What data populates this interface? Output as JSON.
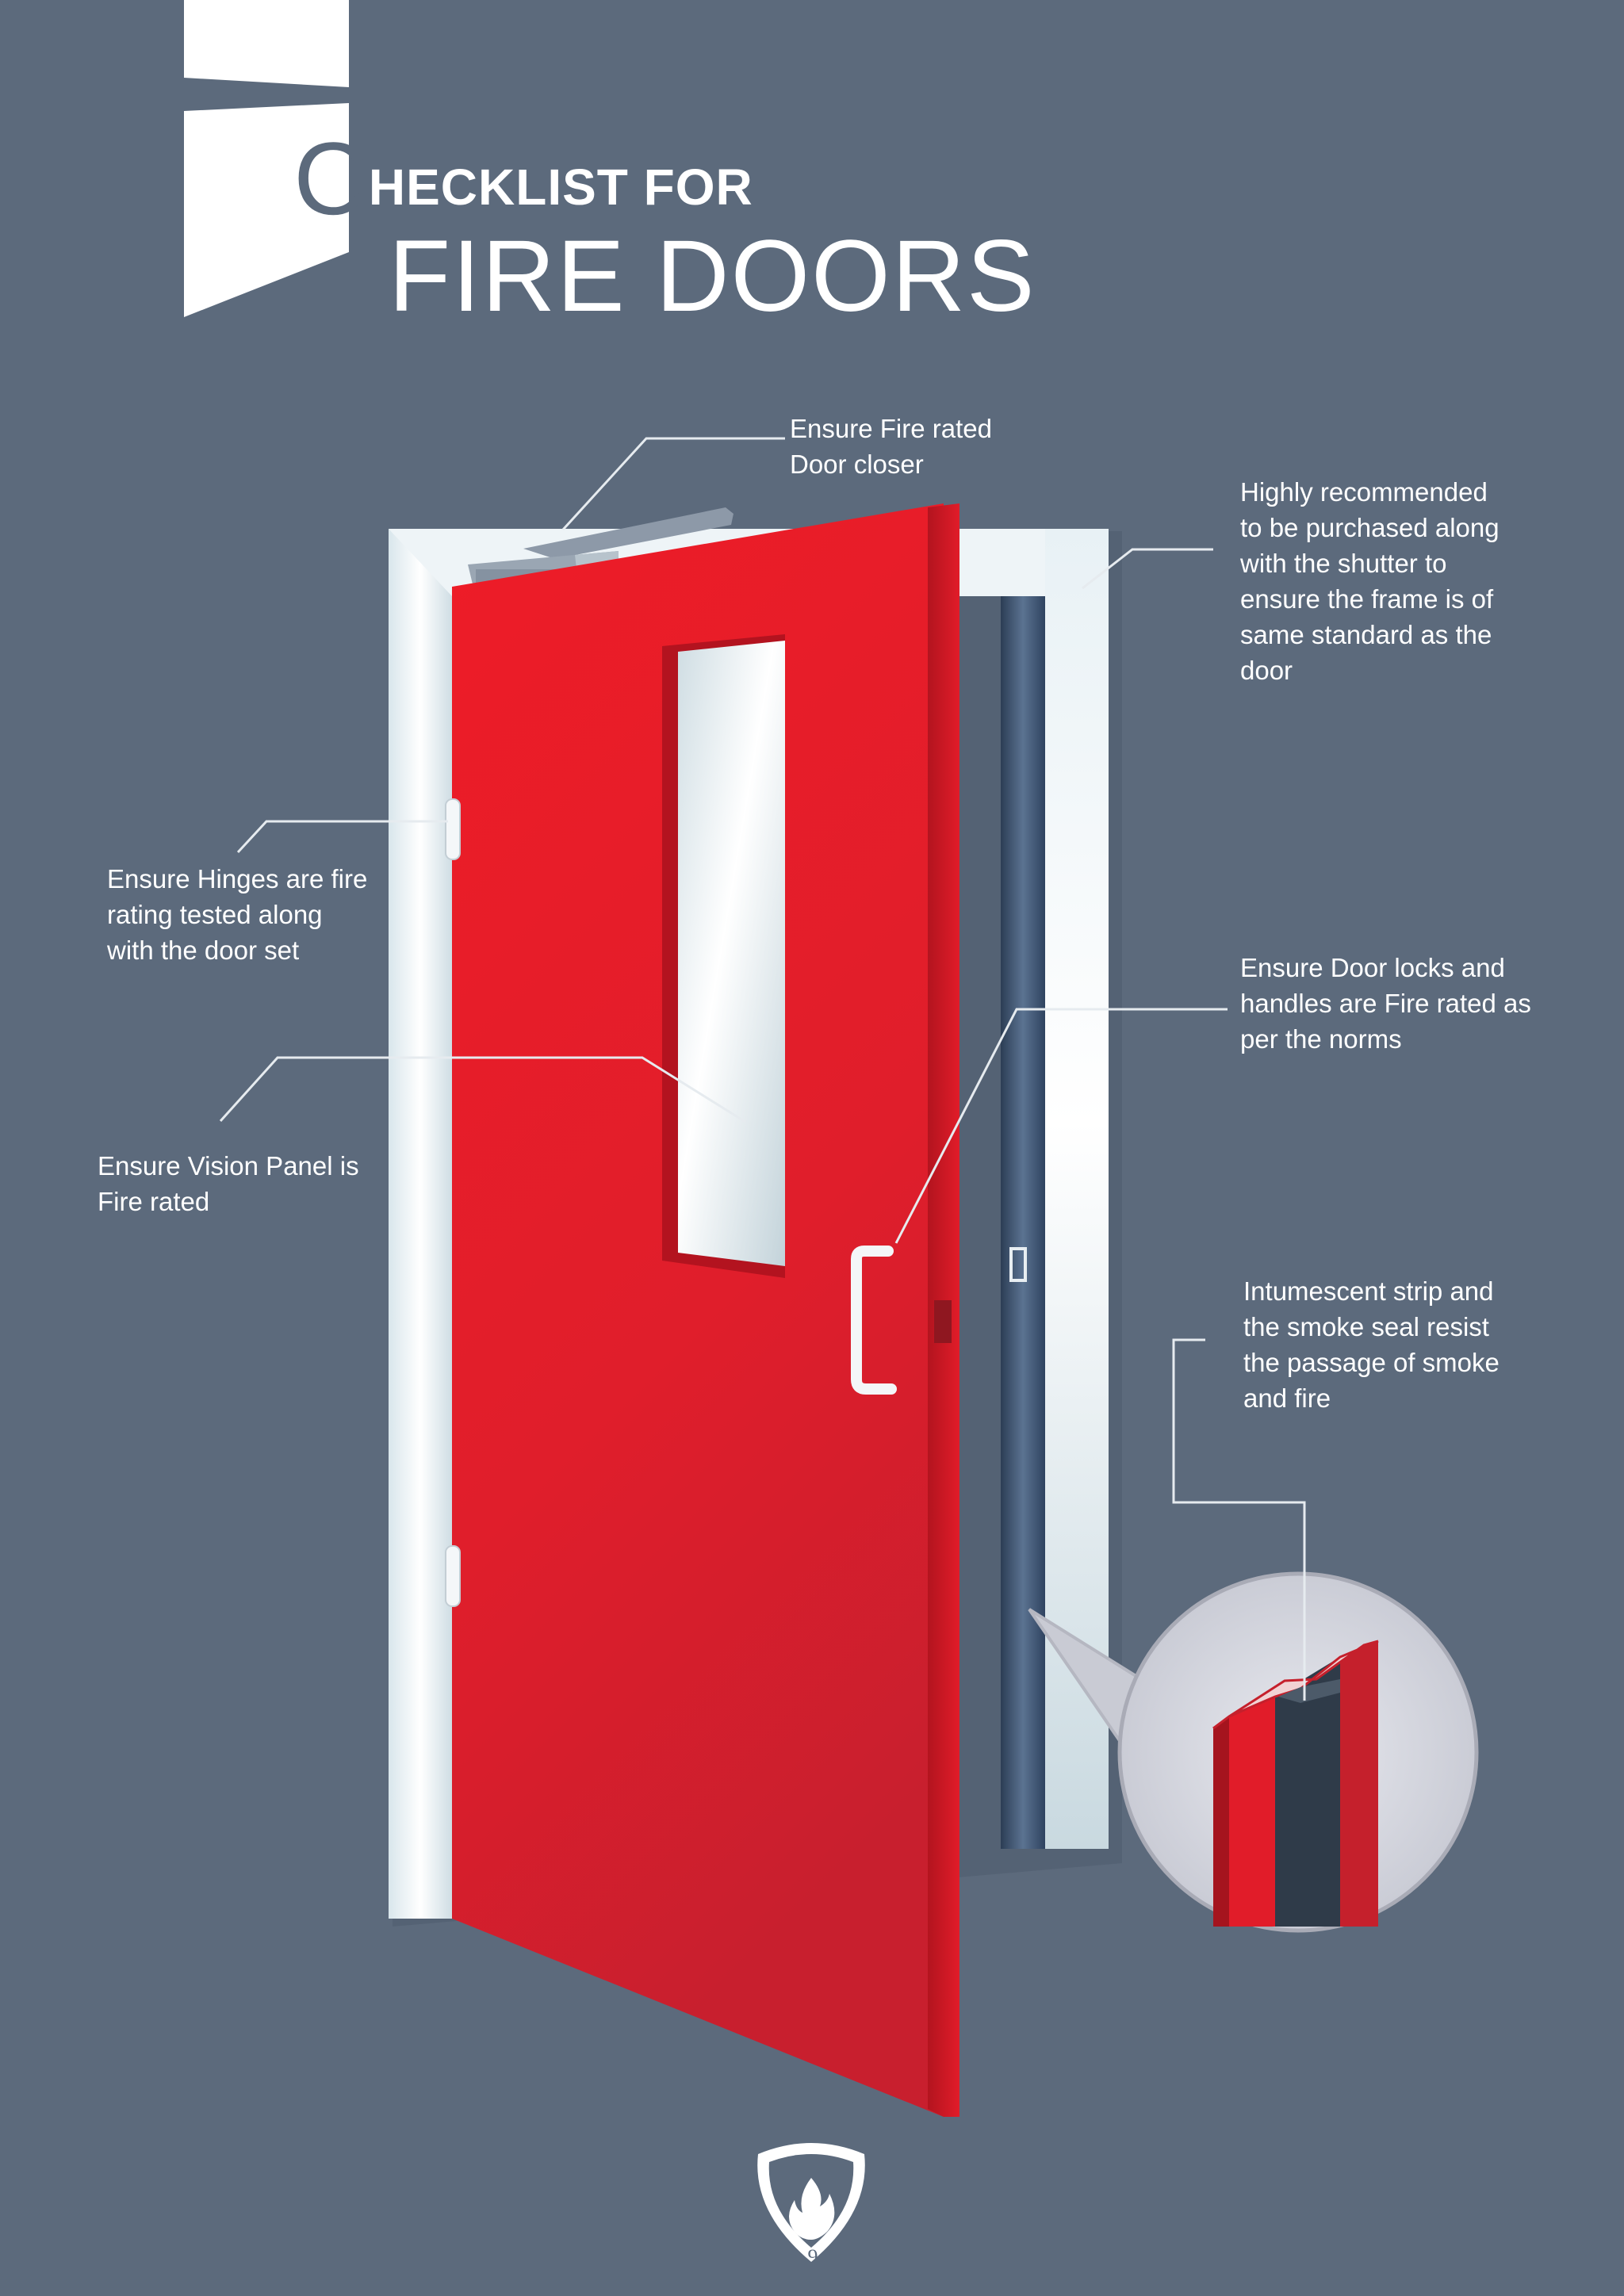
{
  "title": {
    "initial": "C",
    "line1_rest": "HECKLIST FOR",
    "line2": "FIRE DOORS"
  },
  "callouts": {
    "door_closer": "Ensure Fire rated\nDoor closer",
    "frame": "Highly recommended\nto be purchased along\nwith the shutter to\nensure the frame is of\nsame standard as the\ndoor",
    "hinges": "Ensure Hinges are fire\nrating tested along\nwith the door set",
    "locks": "Ensure Door locks and\nhandles are Fire rated as\nper the norms",
    "vision_panel": "Ensure Vision Panel is\nFire rated",
    "intumescent": "Intumescent strip and\nthe smoke seal resist\nthe passage of smoke\nand fire"
  },
  "page_number": "9",
  "colors": {
    "background": "#5c6a7c",
    "door_red": "#e21b2a",
    "frame_white": "#e4eef2",
    "callout_text": "#ffffff"
  },
  "icons": {
    "badge": "fire-shield-icon"
  }
}
